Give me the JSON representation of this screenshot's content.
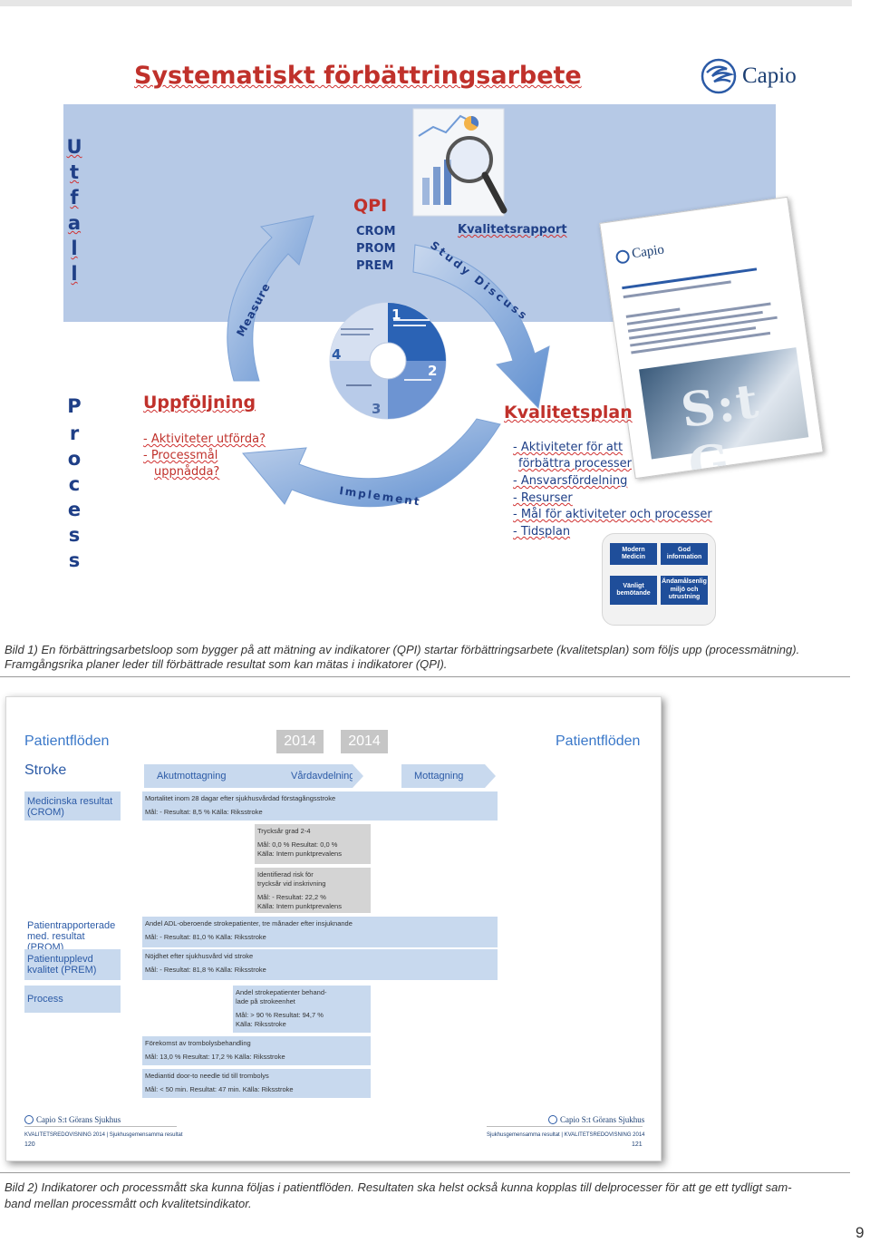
{
  "slide1": {
    "title": "Systematiskt förbättringsarbete",
    "logo": "Capio",
    "utfall": [
      "U",
      "t",
      "f",
      "a",
      "l",
      "l"
    ],
    "process": [
      "P",
      "r",
      "o",
      "c",
      "e",
      "s",
      "s"
    ],
    "qpi": {
      "title": "QPI",
      "items": [
        "CROM",
        "PROM",
        "PREM"
      ]
    },
    "kvalitetsrapport": "Kvalitetsrapport",
    "cycle": {
      "measure": "Measure",
      "study": "Study Discuss",
      "implement": "Implement"
    },
    "center_wheel": {
      "numbers": [
        "1",
        "2",
        "3",
        "4"
      ]
    },
    "report_card": {
      "logo": "Capio",
      "photo_text": "S:t G"
    },
    "uppfoljning": {
      "title": "Uppföljning",
      "bullets": [
        "- Aktiviteter utförda?",
        "- Processmål",
        "uppnådda?"
      ]
    },
    "kvalitetsplan": {
      "title": "Kvalitetsplan",
      "bullets": [
        "- Aktiviteter för att",
        "förbättra processer",
        "- Ansvarsfördelning",
        "- Resurser",
        "- Mål för aktiviteter och processer",
        "- Tidsplan"
      ]
    },
    "tiles": [
      "Modern Medicin",
      "God information",
      "Vänligt bemötande",
      "Ändamålsenlig miljö och utrustning"
    ]
  },
  "caption1": {
    "line1": "Bild 1) En förbättringsarbetsloop som bygger på att mätning av indikatorer (QPI) startar förbättringsarbete (kvalitetsplan) som följs upp (processmätning).",
    "line2": "Framgångsrika planer leder till förbättrade resultat som kan mätas i indikatorer (QPI)."
  },
  "slide2": {
    "patientfloden_left": "Patientflöden",
    "patientfloden_right": "Patientflöden",
    "year_left": "2014",
    "year_right": "2014",
    "stroke": "Stroke",
    "phases": [
      "Akutmottagning",
      "Vårdavdelning",
      "Mottagning"
    ],
    "row_labels": {
      "crom": "Medicinska resultat (CROM)",
      "prom": "Patientrapporterade med. resultat (PROM)",
      "prem": "Patientupplevd kvalitet (PREM)",
      "process": "Process"
    },
    "indicators": [
      {
        "title": "Mortalitet inom 28 dagar efter sjukhusvårdad förstagångsstroke",
        "detail": "Mål: - Resultat: 8,5 % Källa: Riksstroke"
      },
      {
        "title": "Trycksår grad 2-4",
        "detail": "Mål: 0,0 % Resultat: 0,0 %",
        "detail2": "Källa: Intern punktprevalens"
      },
      {
        "title": "Identifierad risk för",
        "title2": "trycksår vid inskrivning",
        "detail": "Mål: - Resultat: 22,2 %",
        "detail2": "Källa: Intern punktprevalens"
      },
      {
        "title": "Andel ADL-oberoende strokepatienter, tre månader efter insjuknande",
        "detail": "Mål: - Resultat: 81,0 % Källa: Riksstroke"
      },
      {
        "title": "Nöjdhet efter sjukhusvård vid stroke",
        "detail": "Mål: - Resultat: 81,8 % Källa: Riksstroke"
      },
      {
        "title": "Andel strokepatienter behand-",
        "title2": "lade på strokeenhet",
        "detail": "Mål: > 90 % Resultat: 94,7 %",
        "detail2": "Källa: Riksstroke"
      },
      {
        "title": "Förekomst av trombolysbehandling",
        "detail": "Mål: 13,0 % Resultat: 17,2 % Källa: Riksstroke"
      },
      {
        "title": "Mediantid door-to needle tid till trombolys",
        "detail": "Mål: < 50 min. Resultat: 47 min. Källa: Riksstroke"
      }
    ],
    "footer": {
      "logo": "Capio S:t Görans Sjukhus",
      "left_text": "KVALITETSREDOVISNING 2014 | Sjukhusgemensamma resultat",
      "right_text": "Sjukhusgemensamma resultat | KVALITETSREDOVISNING 2014",
      "page_left": "120",
      "page_right": "121"
    }
  },
  "caption2": {
    "line1": "Bild 2) Indikatorer och processmått ska kunna följas i patientflöden. Resultaten ska helst också kunna kopplas till delprocesser för att ge ett tydligt sam-",
    "line2": "band mellan processmått och kvalitetsindikator."
  },
  "page_number": "9",
  "colors": {
    "accent_red": "#c0312b",
    "navy": "#1f3f87",
    "light_blue": "#b6c9e6",
    "link_blue": "#3a78c9"
  }
}
